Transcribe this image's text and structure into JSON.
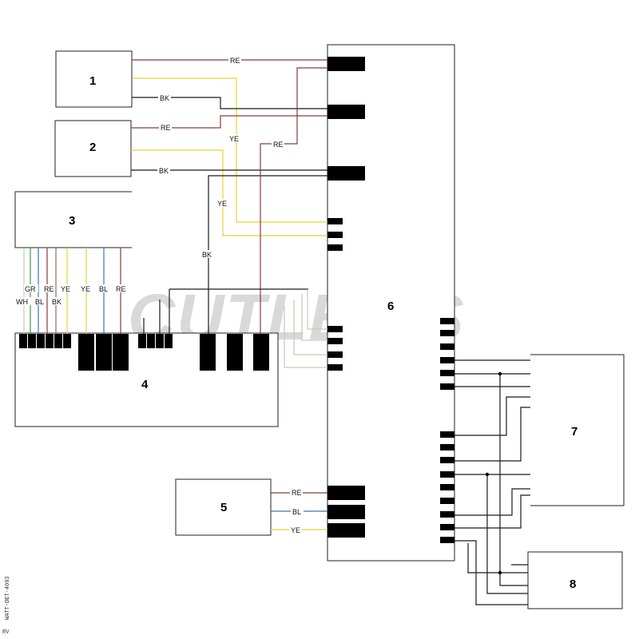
{
  "colors": {
    "RE": "#8b3a3a",
    "YE": "#e6d235",
    "BK": "#1a1a1a",
    "BL": "#3a74b8",
    "GR": "#3a9a3a",
    "WH": "#c9c9b6",
    "brown": "#8a6a60"
  },
  "watermark": "CUTLER'S",
  "side_code": "WATT-DET-4003",
  "side_mark": "RV",
  "components": {
    "c1": "1",
    "c2": "2",
    "c3": "3",
    "c4": "4",
    "c5": "5",
    "c6": "6",
    "c7": "7",
    "c8": "8"
  },
  "wire_labels": {
    "re_top": "RE",
    "bk_1": "BK",
    "re_2": "RE",
    "ye_mid": "YE",
    "re_mid": "RE",
    "bk_2": "BK",
    "ye_low": "YE",
    "bk_low": "BK",
    "c3_gr": "GR",
    "c3_wh": "WH",
    "c3_bl": "BL",
    "c3_re": "RE",
    "c3_bk": "BK",
    "c3_ye": "YE",
    "c4_ye": "YE",
    "c4_bl": "BL",
    "c4_re": "RE",
    "c5_re": "RE",
    "c5_bl": "BL",
    "c5_ye": "YE"
  }
}
